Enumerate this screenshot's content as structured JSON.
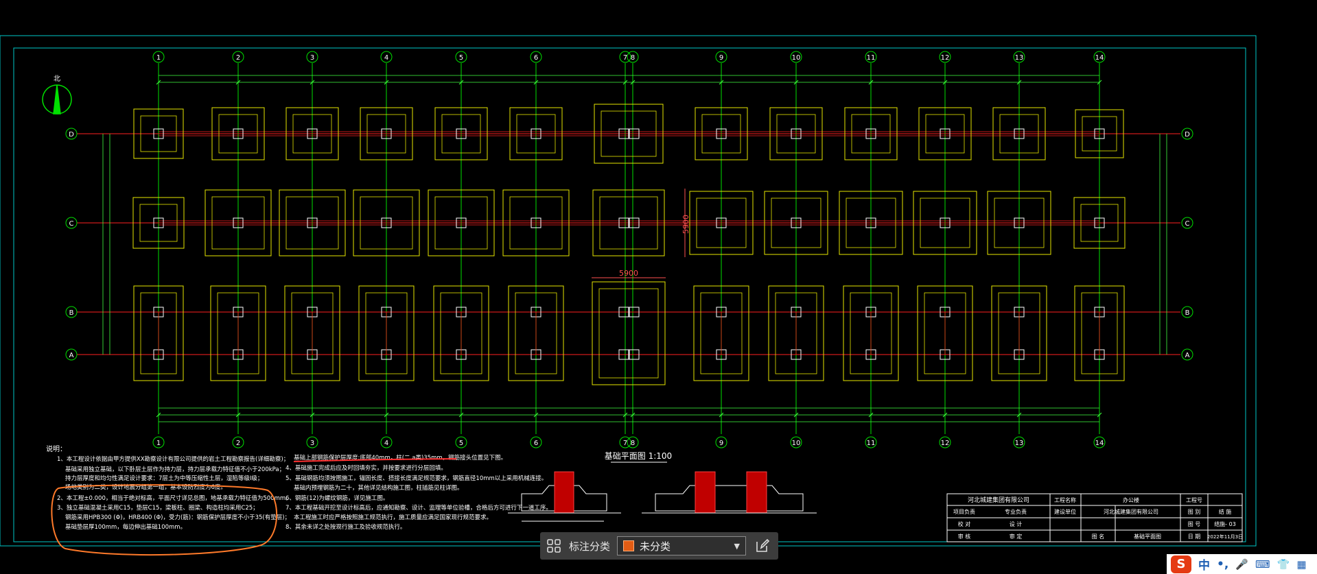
{
  "drawing": {
    "axis_numbers": [
      "1",
      "2",
      "3",
      "4",
      "5",
      "6",
      "7",
      "8",
      "9",
      "10",
      "11",
      "12",
      "13",
      "14"
    ],
    "axis_letters": [
      "D",
      "C",
      "B",
      "A"
    ],
    "plan_title": "基础平面图 1:100",
    "dim_5900_h": "5900",
    "dim_5900_v": "5900",
    "notes_heading": "说明：",
    "notes": [
      "1、本工程设计依据由甲方提供XX勘察设计有限公司提供的岩土工程勘察报告(详细勘察)；",
      "基础采用独立基础，以下卧层土层作为持力层，持力层承载力特征值不小于200kPa；",
      "持力层厚度和均匀性满足设计要求：7层土为中等压缩性土层，湿陷等级Ⅰ级；",
      "场地类别为二类，设计地震分组第一组，基本设防烈度为6度。",
      "2、本工程±0.000，相当于绝对标高，平面尺寸详见总图，地基承载力特征值为500mm。",
      "3、独立基础混凝土采用C15，垫层C15，梁板柱、圈梁、构造柱均采用C25；",
      "钢筋采用HPB300 (Φ)，HRB400 (Φ)，受力(筋)：钢筋保护层厚度不小于35(有垫层)；",
      "基础垫层厚100mm，每边伸出基础100mm。"
    ],
    "notes2": [
      "基础上部钢筋保护层厚度:底部40mm，柱(二 a类)35mm，钢筋接头位置见下图。",
      "4、基础施工完成后应及时回填夯实，并按要求进行分层回填。",
      "5、基础钢筋均须按图施工，锚固长度、搭接长度满足规范要求，钢筋直径10mm以上采用机械连接。",
      "基础内预埋钢筋为二十，其他详见结构施工图，柱插筋见柱详图。",
      "6、钢筋(12)为螺纹钢筋，详见施工图。",
      "7、本工程基础开挖至设计标高后，应通知勘察、设计、监理等单位验槽，合格后方可进行下一道工序。",
      "本工程施工时应严格按照施工规范执行，施工质量应满足国家现行规范要求。",
      "8、其余未详之处按现行施工及验收规范执行。"
    ],
    "title_block": {
      "company": "河北城建集团有限公司",
      "project_label": "工程名称",
      "project_value": "办公楼",
      "job_no_label": "工程号",
      "design_unit_label": "建设单位",
      "design_unit_value": "河北城建集团有限公司",
      "drawing_label": "图 别",
      "drawing_value": "结 施",
      "drawing_no_label": "图 号",
      "drawing_no_value": "结施- 03",
      "drawing_name_label": "图 名",
      "drawing_name_value": "基础平面图",
      "date_label": "日 期",
      "date_value": "2022年11月3日",
      "roles": [
        "项目负责",
        "专业负责",
        "校 对",
        "设 计",
        "审 核",
        "审 定"
      ]
    },
    "colors": {
      "frame": "#00c8c8",
      "axis": "#00e000",
      "footing": "#e6e600",
      "centerline": "#ff2020",
      "dim": "#40ff40",
      "text": "#ffffff",
      "highlight": "#ff8030"
    }
  },
  "toolbar": {
    "category_label": "标注分类",
    "category_value": "未分类",
    "grid_icon": "grid-icon",
    "edit_icon": "edit-note-icon"
  },
  "ime": {
    "logo": "S",
    "mode": "中",
    "punct": "•,",
    "icons": [
      "microphone-icon",
      "keyboard-icon",
      "skin-icon",
      "menu-grid-icon"
    ]
  }
}
